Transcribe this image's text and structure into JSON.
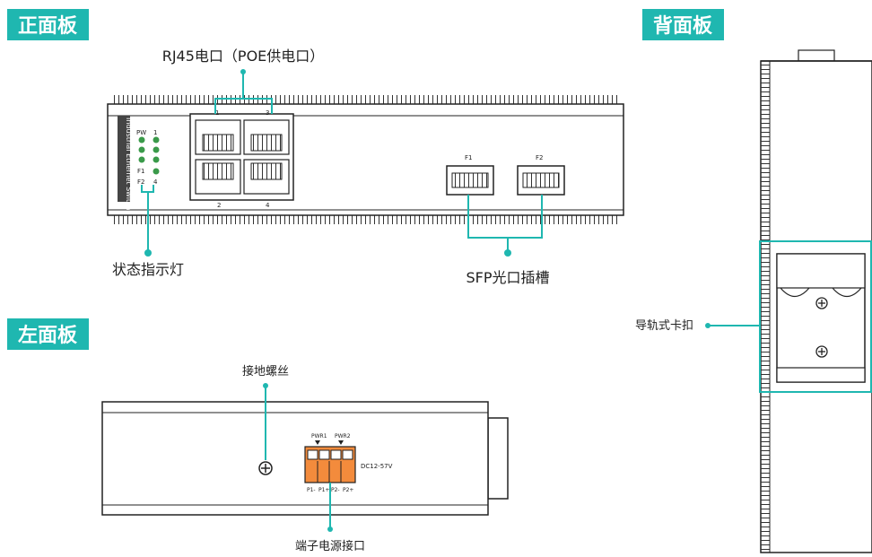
{
  "accent_color": "#1fb7b0",
  "sections": {
    "front": "正面板",
    "back": "背面板",
    "left": "左面板"
  },
  "front_panel": {
    "rj45_label": "RJ45电口（POE供电口）",
    "led_label": "状态指示灯",
    "sfp_label": "SFP光口插槽",
    "side_text": "Industrial Ethernet Switch",
    "led_labels": [
      "PW",
      "1",
      "F1",
      "F2",
      "4"
    ],
    "rj45_top_numbers": [
      "1",
      "3"
    ],
    "rj45_bottom_numbers": [
      "2",
      "4"
    ],
    "sfp_ports": [
      "F1",
      "F2"
    ]
  },
  "left_panel": {
    "ground_label": "接地螺丝",
    "power_label": "端子电源接口",
    "pwr_labels": [
      "PWR1",
      "PWR2"
    ],
    "pin_labels": [
      "P1-",
      "P1+",
      "P2-",
      "P2+"
    ],
    "voltage": "DC12-57V"
  },
  "back_panel": {
    "rail_label": "导轨式卡扣"
  }
}
